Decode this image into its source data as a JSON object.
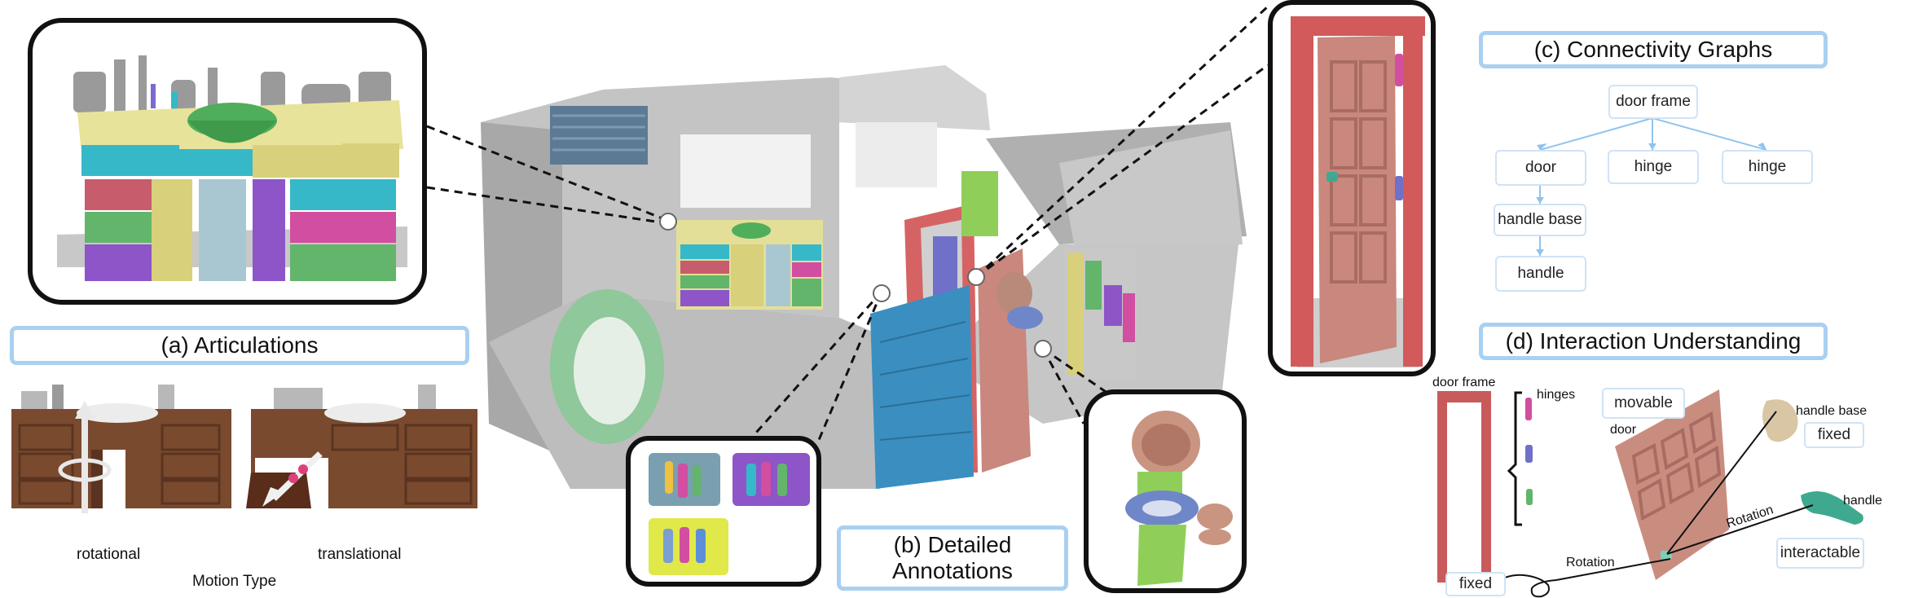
{
  "titles": {
    "articulations": "(a) Articulations",
    "detailed_line1": "(b) Detailed",
    "detailed_line2": "Annotations",
    "connectivity": "(c) Connectivity Graphs",
    "interaction": "(d) Interaction Understanding"
  },
  "motion": {
    "rotational": "rotational",
    "translational": "translational",
    "caption": "Motion Type"
  },
  "graph": {
    "root": "door frame",
    "door": "door",
    "hinge1": "hinge",
    "hinge2": "hinge",
    "handle_base": "handle base",
    "handle": "handle"
  },
  "interaction": {
    "door_frame": "door frame",
    "hinges": "hinges",
    "movable": "movable",
    "door": "door",
    "handle_base": "handle base",
    "fixed_top": "fixed",
    "handle": "handle",
    "interactable": "interactable",
    "rotation1": "Rotation",
    "rotation2": "Rotation",
    "fixed_bottom": "fixed"
  },
  "colors": {
    "panel_border": "#111111",
    "title_border": "#a9d0f1",
    "node_border": "#cfe3f6",
    "edge": "#8fc3ee",
    "scene_gray": "#b9b9b9",
    "door_frame": "#c85a5a",
    "door_pink": "#c9877d",
    "door_blue": "#3a8fc0",
    "cabinet_cyan": "#36b8c8",
    "cabinet_yellow": "#d8d07a",
    "cabinet_green": "#62b56a",
    "cabinet_purple": "#8d55c8",
    "cabinet_red": "#c75d6c",
    "cabinet_pink": "#d24ea0",
    "sink_green": "#4fae5b",
    "toilet_brown": "#c99580",
    "toilet_blue": "#6f87c8",
    "toilet_green": "#8fcf59",
    "tub_green": "#8fc89a",
    "wood_brown": "#7a4a2e",
    "handle_teal": "#3fa98f"
  }
}
